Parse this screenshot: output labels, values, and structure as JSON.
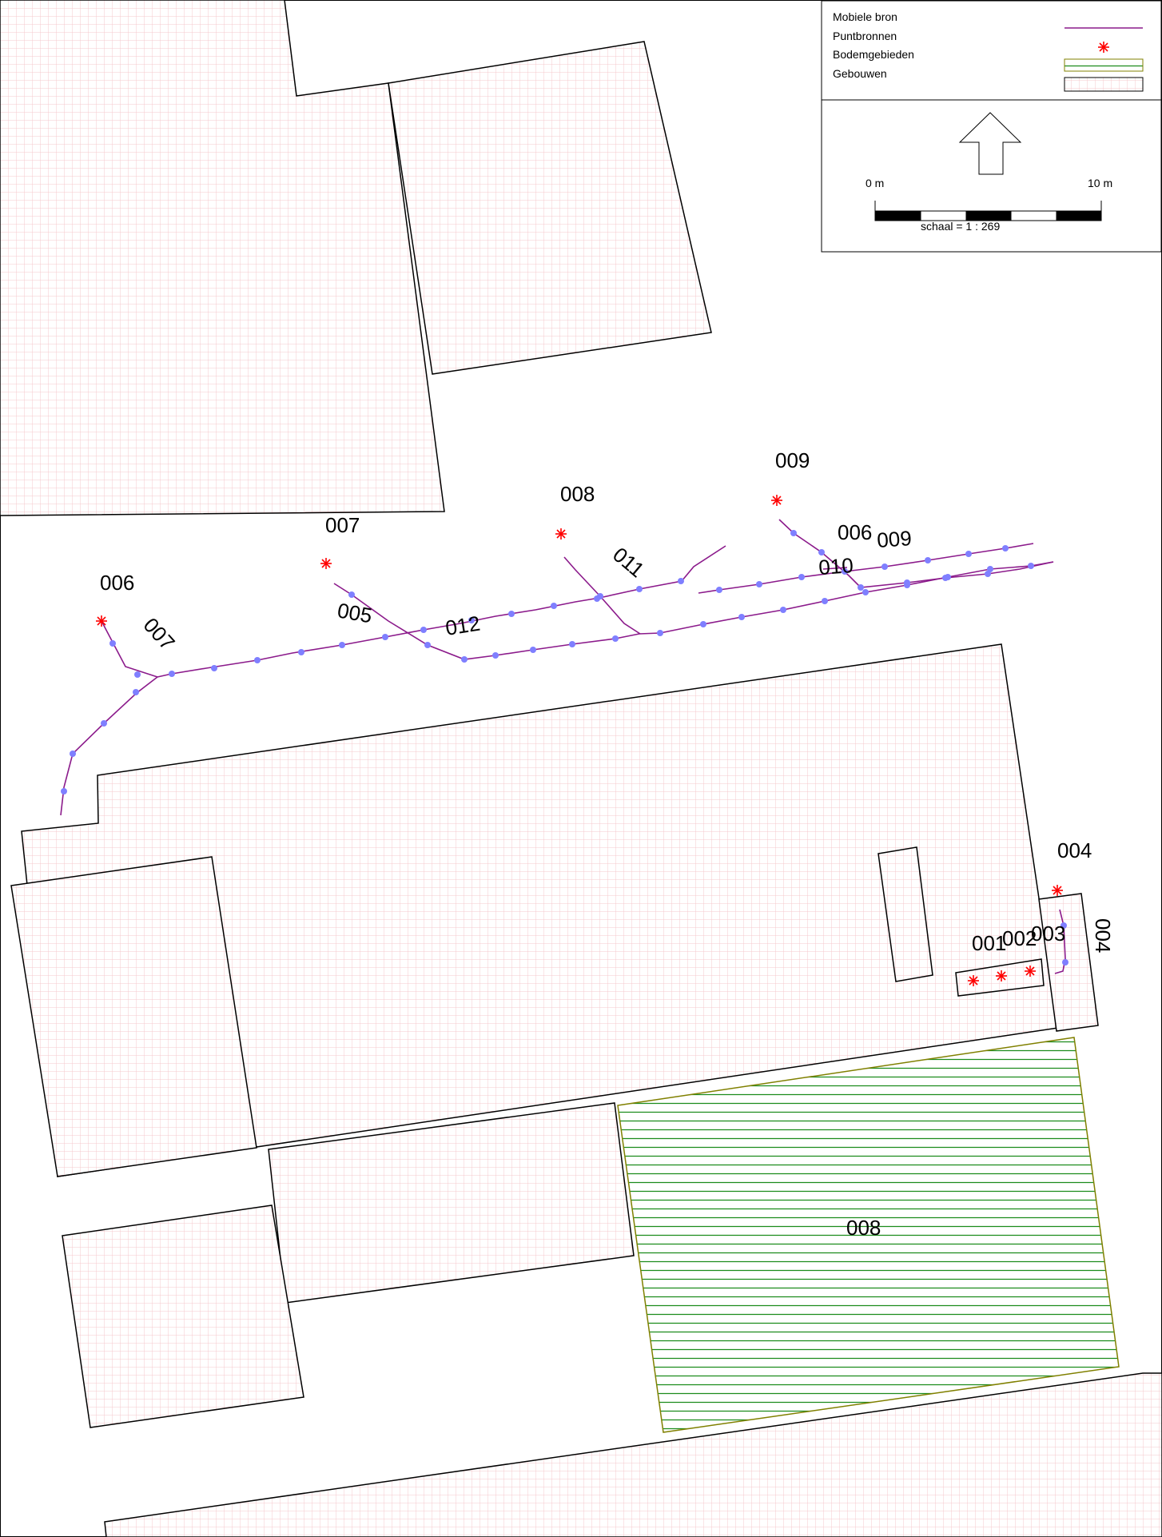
{
  "legend": {
    "items": [
      {
        "label": "Mobiele bron"
      },
      {
        "label": "Puntbronnen"
      },
      {
        "label": "Bodemgebieden"
      },
      {
        "label": "Gebouwen"
      }
    ],
    "scale": {
      "start_label": "0 m",
      "end_label": "10 m",
      "ratio_label": "schaal = 1 : 269"
    }
  },
  "point_source_labels": [
    "006",
    "007",
    "008",
    "009",
    "004",
    "001",
    "002",
    "003"
  ],
  "line_source_labels": [
    "007",
    "005",
    "012",
    "011",
    "010",
    "006",
    "009",
    "004"
  ],
  "area_source_labels": [
    "008"
  ],
  "colors": {
    "building_outline": "#000000",
    "building_grid": "#f6c9cc",
    "mobile_source_line": "#8b1a8b",
    "mobile_source_point": "#7f7fff",
    "point_source": "#ff0000",
    "soil_area_outline": "#808000",
    "soil_area_hatch": "#1c8c1c",
    "text": "#000000"
  },
  "north_arrow": {
    "icon": "north-arrow-icon"
  }
}
